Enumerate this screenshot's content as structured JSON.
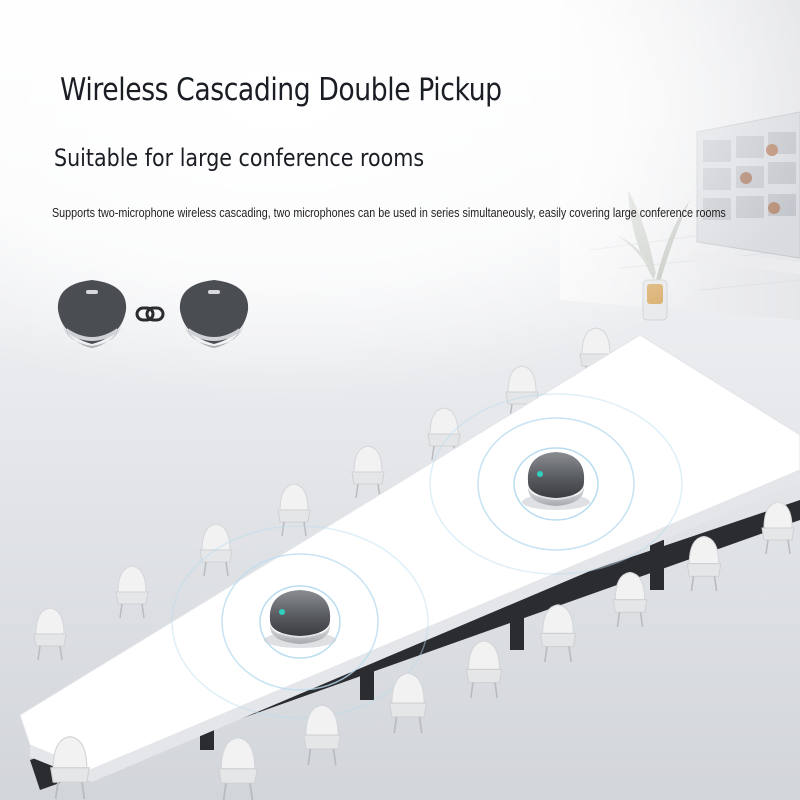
{
  "headline": "Wireless Cascading Double Pickup",
  "subhead": "Suitable for large conference rooms",
  "description": "Supports two-microphone wireless cascading, two microphones can be used in series simultaneously, easily covering large conference rooms",
  "icons": {
    "speaker": "conference-speakerphone-icon",
    "link": "chain-link-icon"
  },
  "colors": {
    "text": "#1a1d24",
    "ring": "#b9dcf0",
    "led": "#2fd0c0"
  }
}
